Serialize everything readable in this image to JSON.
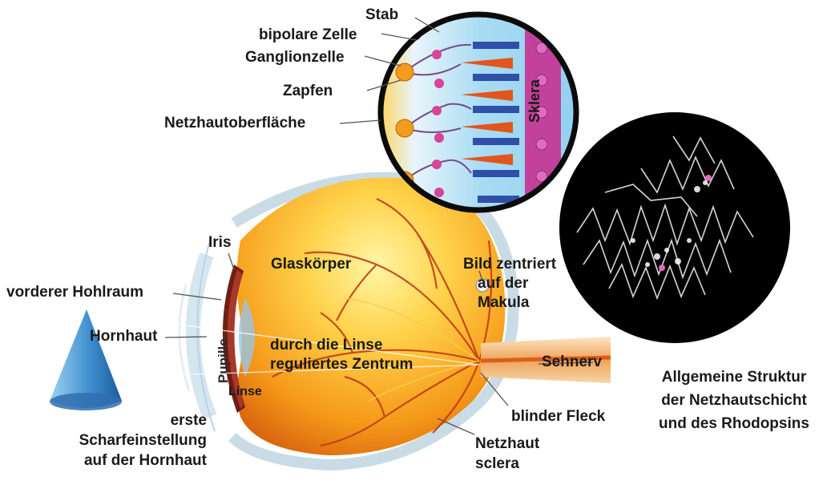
{
  "labels": {
    "stab": "Stab",
    "bipolare_zelle": "bipolare Zelle",
    "ganglionzelle": "Ganglionzelle",
    "zapfen": "Zapfen",
    "netzhautoberflaeche": "Netzhautoberfläche",
    "sklera_detail": "Sklera",
    "iris": "Iris",
    "glaskoerper": "Glaskörper",
    "bild_zentriert": [
      "Bild zentriert",
      "auf der",
      "Makula"
    ],
    "vorderer_hohlraum": "vorderer Hohlraum",
    "hornhaut": "Hornhaut",
    "pupille": "Pupille",
    "durch_die_linse": [
      "durch die Linse",
      "reguliertes Zentrum"
    ],
    "sehnerv": "Sehnerv",
    "linse": "Linse",
    "blinder_fleck": "blinder Fleck",
    "erste_scharfeinstellung": [
      "erste",
      "Scharfeinstellung",
      "auf der Hornhaut"
    ],
    "netzhaut": "Netzhaut",
    "sclera": "sclera",
    "caption": [
      "Allgemeine Struktur",
      "der Netzhautschicht",
      "und des Rhodopsins"
    ]
  },
  "colors": {
    "eyeball": "#f7a21b",
    "eyeball_highlight": "#ffe37a",
    "vessel": "#c0431a",
    "iris": "#7a2418",
    "cornea": "#cfe3ee",
    "cone_object": "#3f8fcf",
    "retina_bg": "#bfe3f5",
    "sclera_band": "#c2429b",
    "rod": "#2f4fa8",
    "cone_cell": "#e2551c",
    "ganglion": "#f29b1c",
    "rhodopsin_bg": "#000000",
    "optic_nerve": "#d8601c"
  },
  "icons": [
    "cone-object",
    "eyeball",
    "retina-magnifier",
    "rhodopsin-molecule"
  ]
}
